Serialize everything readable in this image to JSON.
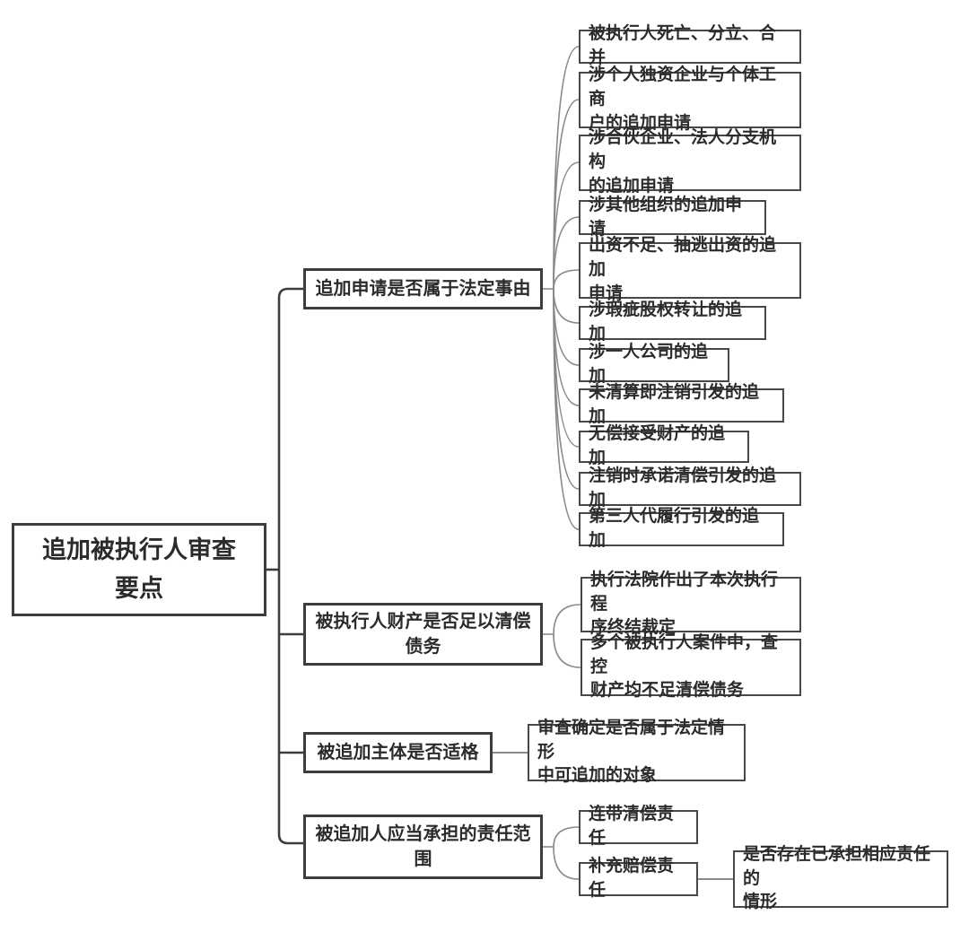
{
  "diagram": {
    "title": "追加被执行人审查要点",
    "colors": {
      "border_dark": "#3d3d3d",
      "border_light": "#474747",
      "connector": "#8a8a8a",
      "text": "#2b2b2b",
      "background": "#ffffff"
    },
    "root": {
      "label": "追加被执行人审查\n要点"
    },
    "branches": [
      {
        "label": "追加申请是否属于法定事由",
        "children": [
          {
            "label": "被执行人死亡、分立、合并"
          },
          {
            "label": "涉个人独资企业与个体工商\n户的追加申请"
          },
          {
            "label": "涉合伙企业、法人分支机构\n的追加申请"
          },
          {
            "label": "涉其他组织的追加申请"
          },
          {
            "label": "出资不足、抽逃出资的追加\n申请"
          },
          {
            "label": "涉瑕疵股权转让的追加"
          },
          {
            "label": "涉一人公司的追加"
          },
          {
            "label": "未清算即注销引发的追加"
          },
          {
            "label": "无偿接受财产的追加"
          },
          {
            "label": "注销时承诺清偿引发的追加"
          },
          {
            "label": "第三人代履行引发的追加"
          }
        ]
      },
      {
        "label": "被执行人财产是否足以清偿\n债务",
        "children": [
          {
            "label": "执行法院作出了本次执行程\n序终结裁定"
          },
          {
            "label": "多个被执行人案件中，查控\n财产均不足清偿债务"
          }
        ]
      },
      {
        "label": "被追加主体是否适格",
        "children": [
          {
            "label": "审查确定是否属于法定情形\n中可追加的对象"
          }
        ]
      },
      {
        "label": "被追加人应当承担的责任范\n围",
        "children": [
          {
            "label": "连带清偿责任"
          },
          {
            "label": "补充赔偿责任",
            "children": [
              {
                "label": "是否存在已承担相应责任的\n情形"
              }
            ]
          }
        ]
      }
    ]
  }
}
